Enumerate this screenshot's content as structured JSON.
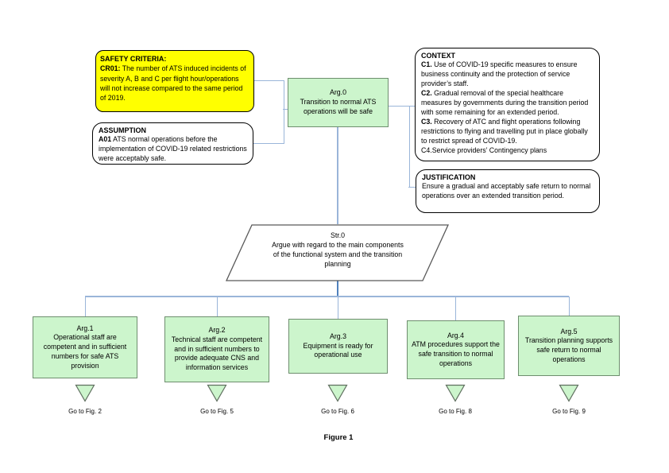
{
  "colors": {
    "goal_fill": "#ccf5cc",
    "criteria_fill": "#ffff00",
    "goal_border": "#6e8e6e",
    "connector": "#9ab5d9",
    "connector_dark": "#4f81bd"
  },
  "safety_criteria": {
    "title": "SAFETY CRITERIA:",
    "id": "CR01:",
    "text": "The number of ATS induced incidents of severity A, B and C per flight hour/operations will not increase compared to the same period of 2019."
  },
  "assumption": {
    "title": "ASSUMPTION",
    "id": "A01",
    "text": "ATS normal operations before the implementation of COVID-19 related restrictions were acceptably safe."
  },
  "context": {
    "title": "CONTEXT",
    "items": [
      {
        "id": "C1.",
        "text": "Use of COVID-19 specific measures to ensure business continuity and the protection of service provider’s staff."
      },
      {
        "id": "C2.",
        "text": "Gradual removal of the special healthcare measures by governments during the transition period with some remaining for an extended period."
      },
      {
        "id": "C3.",
        "text": "Recovery of ATC and flight operations following restrictions to flying and travelling put in place globally to restrict spread of COVID-19."
      },
      {
        "id": "",
        "text": "C4.Service providers’ Contingency plans"
      }
    ]
  },
  "justification": {
    "title": "JUSTIFICATION",
    "text": "Ensure a gradual and acceptably safe return to normal operations over an extended transition period."
  },
  "goal": {
    "id": "Arg.0",
    "text": "Transition to normal ATS operations will be safe"
  },
  "strategy": {
    "id": "Str.0",
    "text": "Argue with regard to the main components of the functional system and the transition planning"
  },
  "subgoals": [
    {
      "id": "Arg.1",
      "text": "Operational staff are competent and in sufficient numbers for safe ATS provision",
      "link": "Go to Fig. 2"
    },
    {
      "id": "Arg.2",
      "text": "Technical staff are competent and in sufficient numbers to provide adequate CNS and information services",
      "link": "Go to Fig. 5"
    },
    {
      "id": "Arg.3",
      "text": "Equipment is ready for operational use",
      "link": "Go to Fig. 6"
    },
    {
      "id": "Arg.4",
      "text": "ATM procedures support the safe transition to normal operations",
      "link": "Go to Fig. 8"
    },
    {
      "id": "Arg.5",
      "text": "Transition planning supports safe return to normal operations",
      "link": "Go to Fig. 9"
    }
  ],
  "caption": "Figure 1"
}
